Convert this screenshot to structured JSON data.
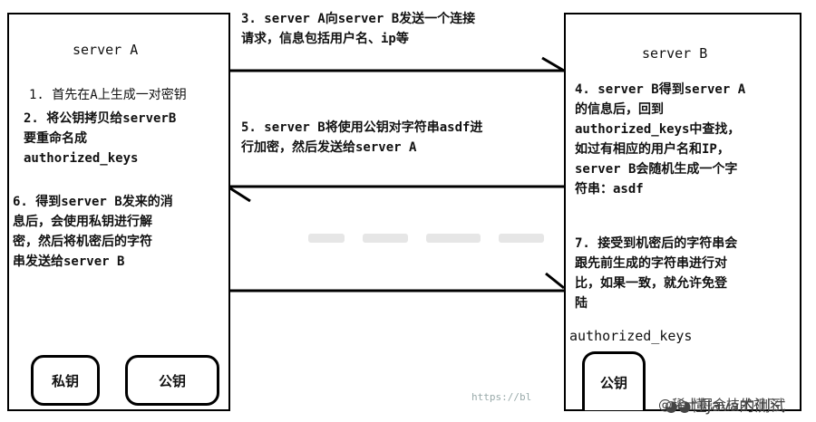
{
  "serverA": {
    "title": "server A",
    "step1": "1. 首先在A上生成一对密钥",
    "step2": "2. 将公钥拷贝给serverB\n要重命名成\nauthorized_keys",
    "step6": "6. 得到server B发来的消\n息后，会使用私钥进行解\n密，然后将机密后的字符\n串发送给server B",
    "private_key": "私钥",
    "public_key": "公钥"
  },
  "serverB": {
    "title": "server B",
    "step4": "4. server B得到server A\n的信息后，回到\nauthorized_keys中查找，\n如过有相应的用户名和IP，\nserver B会随机生成一个字\n符串：asdf",
    "step7": "7. 接受到机密后的字符串会\n跟先前生成的字符串进行对\n比，如果一致，就允许免登\n陆",
    "authorized_keys": "authorized_keys",
    "public_key": "公钥"
  },
  "messages": {
    "step3": "3. server A向server B发送一个连接\n请求，信息包括用户名、ip等",
    "step5": "5. server B将使用公钥对字符串asdf进\n行加密，然后发送给server A"
  },
  "watermark": {
    "left": "https://bl",
    "right": "懂Java的测试",
    "right2": "@稀土掘金技术社区"
  }
}
